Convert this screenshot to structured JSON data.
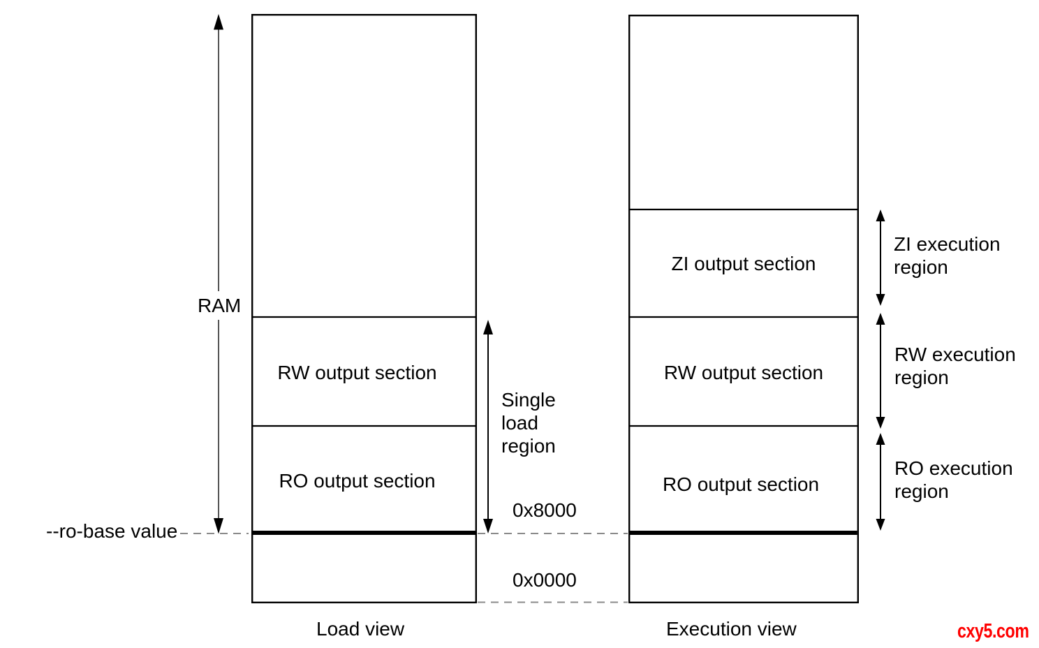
{
  "diagram": {
    "ram_label": "RAM",
    "ro_base_label": "--ro-base value",
    "single_load_region_label": "Single\nload\nregion",
    "address_high": "0x8000",
    "address_low": "0x0000",
    "load_view": {
      "caption": "Load view",
      "rw_section": "RW output section",
      "ro_section": "RO output section"
    },
    "execution_view": {
      "caption": "Execution view",
      "zi_section": "ZI output section",
      "rw_section": "RW output section",
      "ro_section": "RO output section"
    },
    "execution_regions": {
      "zi": "ZI execution\nregion",
      "rw": "RW execution\nregion",
      "ro": "RO execution\nregion"
    },
    "watermark": {
      "text": "cxy5.com",
      "color": "#ff0000"
    },
    "colors": {
      "line": "#000000",
      "dashed_line": "#8a8a8a",
      "ram_arrow_line": "#555555"
    }
  }
}
